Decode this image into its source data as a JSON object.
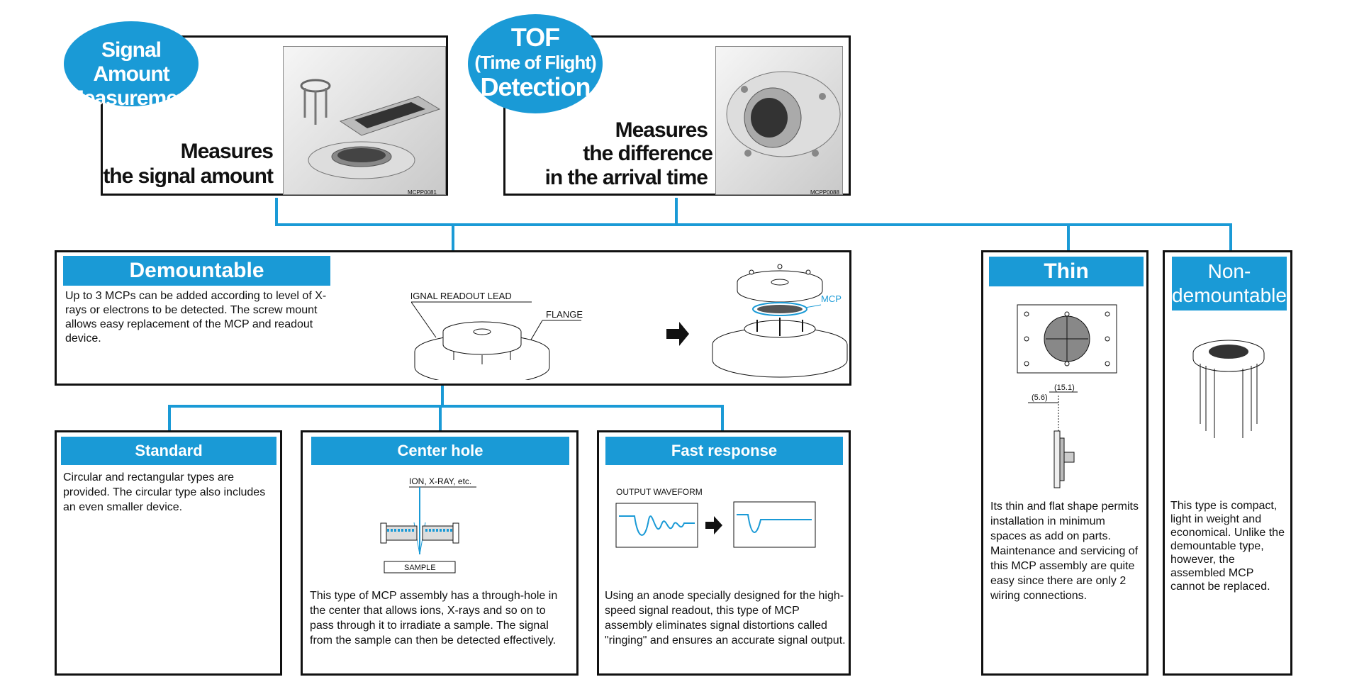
{
  "top": {
    "signal": {
      "bubble": [
        "Signal Amount",
        "Measurement"
      ],
      "measure": [
        "Measures",
        "the signal amount"
      ],
      "code": "MCPP0081"
    },
    "tof": {
      "bubble": [
        "TOF",
        "(Time of Flight)",
        "Detection"
      ],
      "measure": [
        "Measures",
        "the difference",
        "in the arrival time"
      ],
      "code": "MCPP0088"
    }
  },
  "demountable": {
    "title": "Demountable",
    "text": "Up to 3 MCPs can be added according to level of X-rays or electrons to be detected. The screw mount allows easy replacement of the MCP and readout device.",
    "labels": {
      "readout": "SIGNAL READOUT LEAD",
      "flange": "FLANGE",
      "mcp": "MCP"
    }
  },
  "standard": {
    "title": "Standard",
    "text": "Circular and rectangular types are provided. The circular type also includes an even smaller device."
  },
  "center_hole": {
    "title": "Center hole",
    "text": "This type of MCP assembly has a through-hole in the center that allows ions, X-rays and so on to pass through it to irradiate a sample. The signal from the sample can then be detected effectively.",
    "labels": {
      "ion": "ION, X-RAY, etc.",
      "sample": "SAMPLE"
    }
  },
  "fast": {
    "title": "Fast response",
    "text": "Using an anode specially designed for the high-speed signal readout, this type of MCP assembly eliminates signal distortions called \"ringing\" and ensures an accurate signal output.",
    "labels": {
      "waveform": "OUTPUT WAVEFORM"
    }
  },
  "thin": {
    "title": "Thin",
    "text": "Its thin and flat shape permits installation in minimum spaces as add on parts. Maintenance and servicing of this MCP assembly are quite easy since there are only 2 wiring connections.",
    "dims": {
      "a": "(15.1)",
      "b": "(5.6)"
    }
  },
  "nondemountable": {
    "title": [
      "Non-",
      "demountable"
    ],
    "text": "This type is compact, light in weight and economical. Unlike the demountable type, however, the assembled MCP cannot be replaced."
  },
  "colors": {
    "accent": "#1a9ad6",
    "border": "#111111"
  }
}
